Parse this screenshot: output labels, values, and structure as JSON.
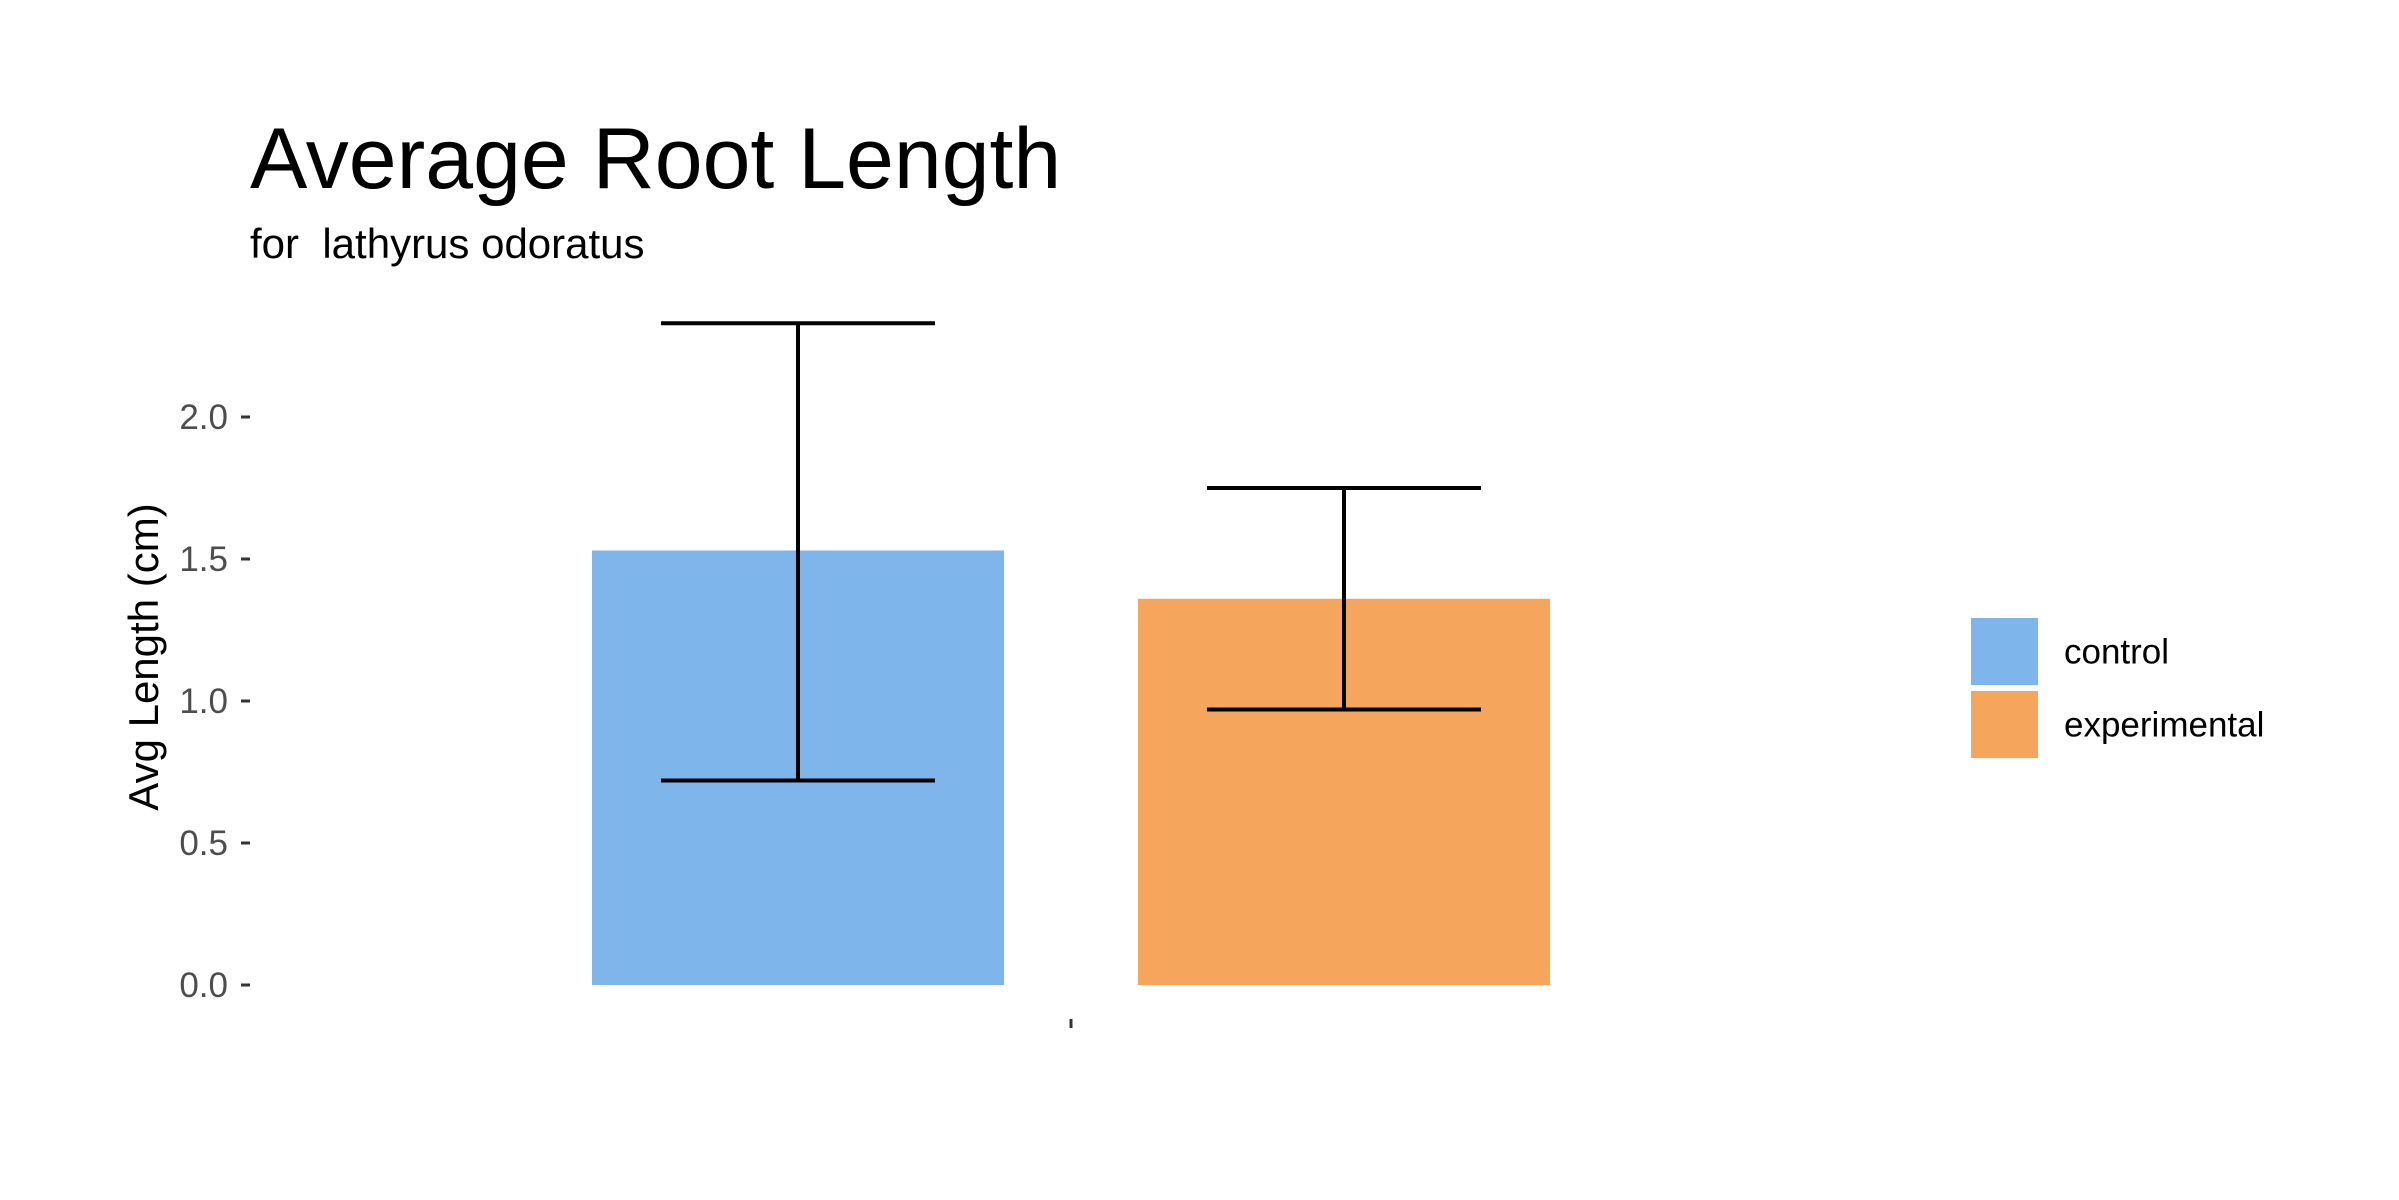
{
  "chart_data": {
    "type": "bar",
    "title": "Average Root Length",
    "subtitle": "for  lathyrus odoratus",
    "xlabel": "",
    "ylabel": "Avg Length (cm)",
    "categories": [
      ""
    ],
    "ylim": [
      0,
      2.35
    ],
    "yticks": [
      0.0,
      0.5,
      1.0,
      1.5,
      2.0
    ],
    "ytick_labels": [
      "0.0",
      "0.5",
      "1.0",
      "1.5",
      "2.0"
    ],
    "grid": false,
    "legend_position": "right",
    "series": [
      {
        "name": "control",
        "value": 1.53,
        "error_low": 0.72,
        "error_high": 2.33,
        "color": "#7eb5eb"
      },
      {
        "name": "experimental",
        "value": 1.36,
        "error_low": 0.97,
        "error_high": 1.75,
        "color": "#f6a55c"
      }
    ]
  }
}
